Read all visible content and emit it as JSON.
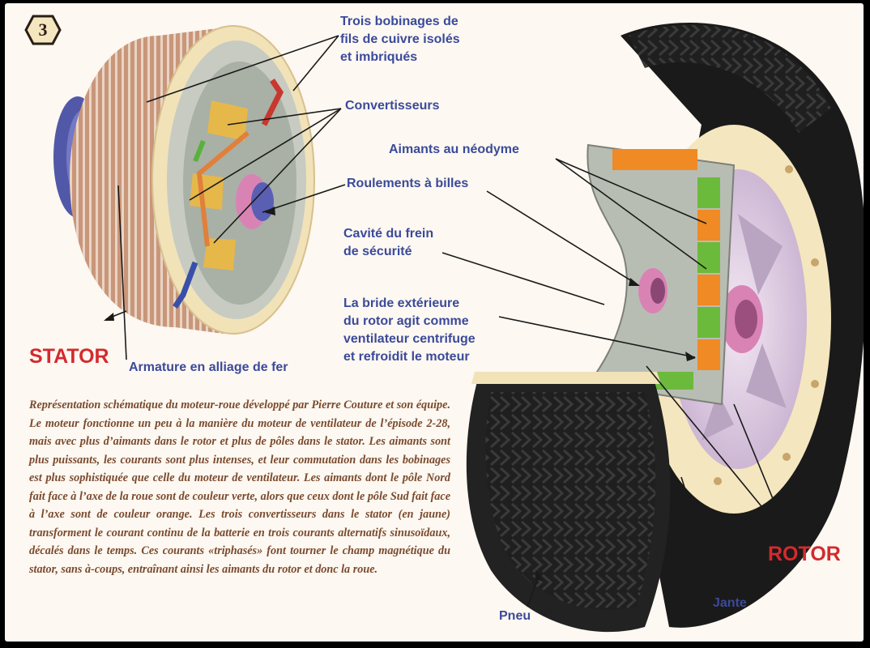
{
  "badge": {
    "number": "3"
  },
  "labels": {
    "windings": "Trois bobinages de\nfils de cuivre isolés\net imbriqués",
    "converters": "Convertisseurs",
    "magnets": "Aimants au néodyme",
    "bearings": "Roulements à billes",
    "brake_cavity": "Cavité du frein\nde sécurité",
    "flange": "La bride extérieure\ndu rotor agit comme\nventilateur centrifuge\net refroidit le moteur",
    "armature": "Armature en alliage de fer",
    "tire": "Pneu",
    "rim": "Jante",
    "stator": "STATOR",
    "rotor": "ROTOR"
  },
  "caption": "Représentation schématique du moteur-roue développé par Pierre Couture et son équipe. Le moteur fonctionne un peu à la manière du moteur de ventilateur de l’épisode 2-28, mais avec plus d’aimants dans le rotor et plus de pôles dans le stator. Les aimants sont plus puissants, les courants sont plus intenses, et leur commutation dans les bobinages est plus sophistiquée que celle du moteur de ventilateur. Les aimants dont le pôle Nord fait face à l’axe de la roue sont de couleur verte, alors que ceux dont le pôle Sud fait face à l’axe sont de couleur orange. Les trois convertisseurs dans le stator (en jaune) transforment le courant continu de la batterie en trois courants alternatifs sinusoïdaux, décalés dans le temps. Ces courants «triphasés» font tourner le champ magnétique du stator, sans à-coups, entraînant ainsi les aimants du rotor et donc la roue.",
  "colors": {
    "label_blue": "#3b4a9a",
    "title_red": "#d42a2e",
    "caption_brown": "#7a4a2e",
    "magnet_green": "#6cba3c",
    "magnet_orange": "#f08a24",
    "tire_black": "#1c1c1c",
    "rim_cream": "#f4e6bf"
  }
}
